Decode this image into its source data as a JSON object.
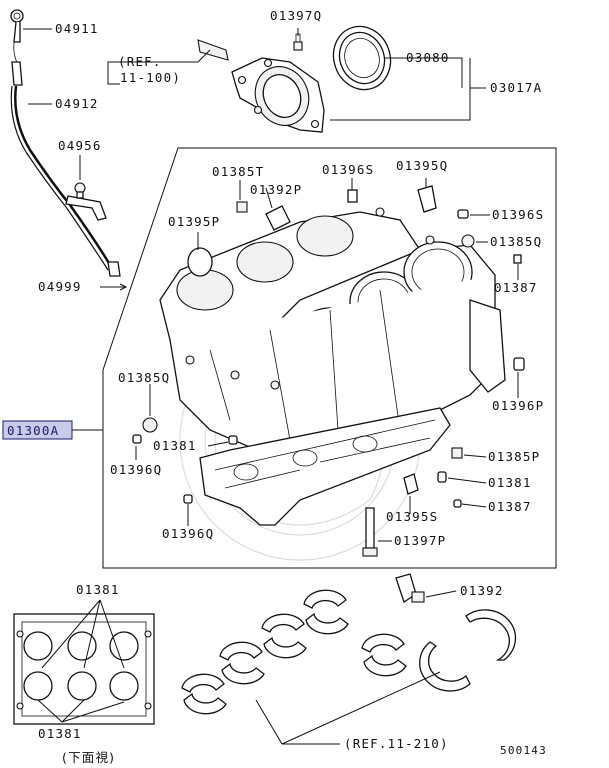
{
  "labels": {
    "p04911": "04911",
    "p04912": "04912",
    "p04956": "04956",
    "p04999": "04999",
    "p01300A": "01300A",
    "p01397Q": "01397Q",
    "p03080": "03080",
    "p03017A": "03017A",
    "ref_11_100_a": "(REF.",
    "ref_11_100_b": "11-100)",
    "p01385T": "01385T",
    "p01396S_top": "01396S",
    "p01395Q_top": "01395Q",
    "p01392P": "01392P",
    "p01395P": "01395P",
    "p01396S_right": "01396S",
    "p01385Q_right": "01385Q",
    "p01387_right": "01387",
    "p01396P": "01396P",
    "p01385Q_left": "01385Q",
    "p01381_mid": "01381",
    "p01396Q_left": "01396Q",
    "p01385P": "01385P",
    "p01381_right": "01381",
    "p01387_low": "01387",
    "p01395S": "01395S",
    "p01396Q_low": "01396Q",
    "p01397P": "01397P",
    "p01392": "01392",
    "p01381_bottom_top": "01381",
    "p01381_bottom_low": "01381",
    "bottom_view": "(下面視)",
    "ref_11_210": "(REF.11-210)",
    "diagram_number": "500143"
  },
  "colors": {
    "highlight_fill": "#c9cbe8",
    "highlight_border": "#1a1a6e",
    "line": "#111111"
  },
  "icons": {
    "watermark": "ornamental-crest"
  }
}
